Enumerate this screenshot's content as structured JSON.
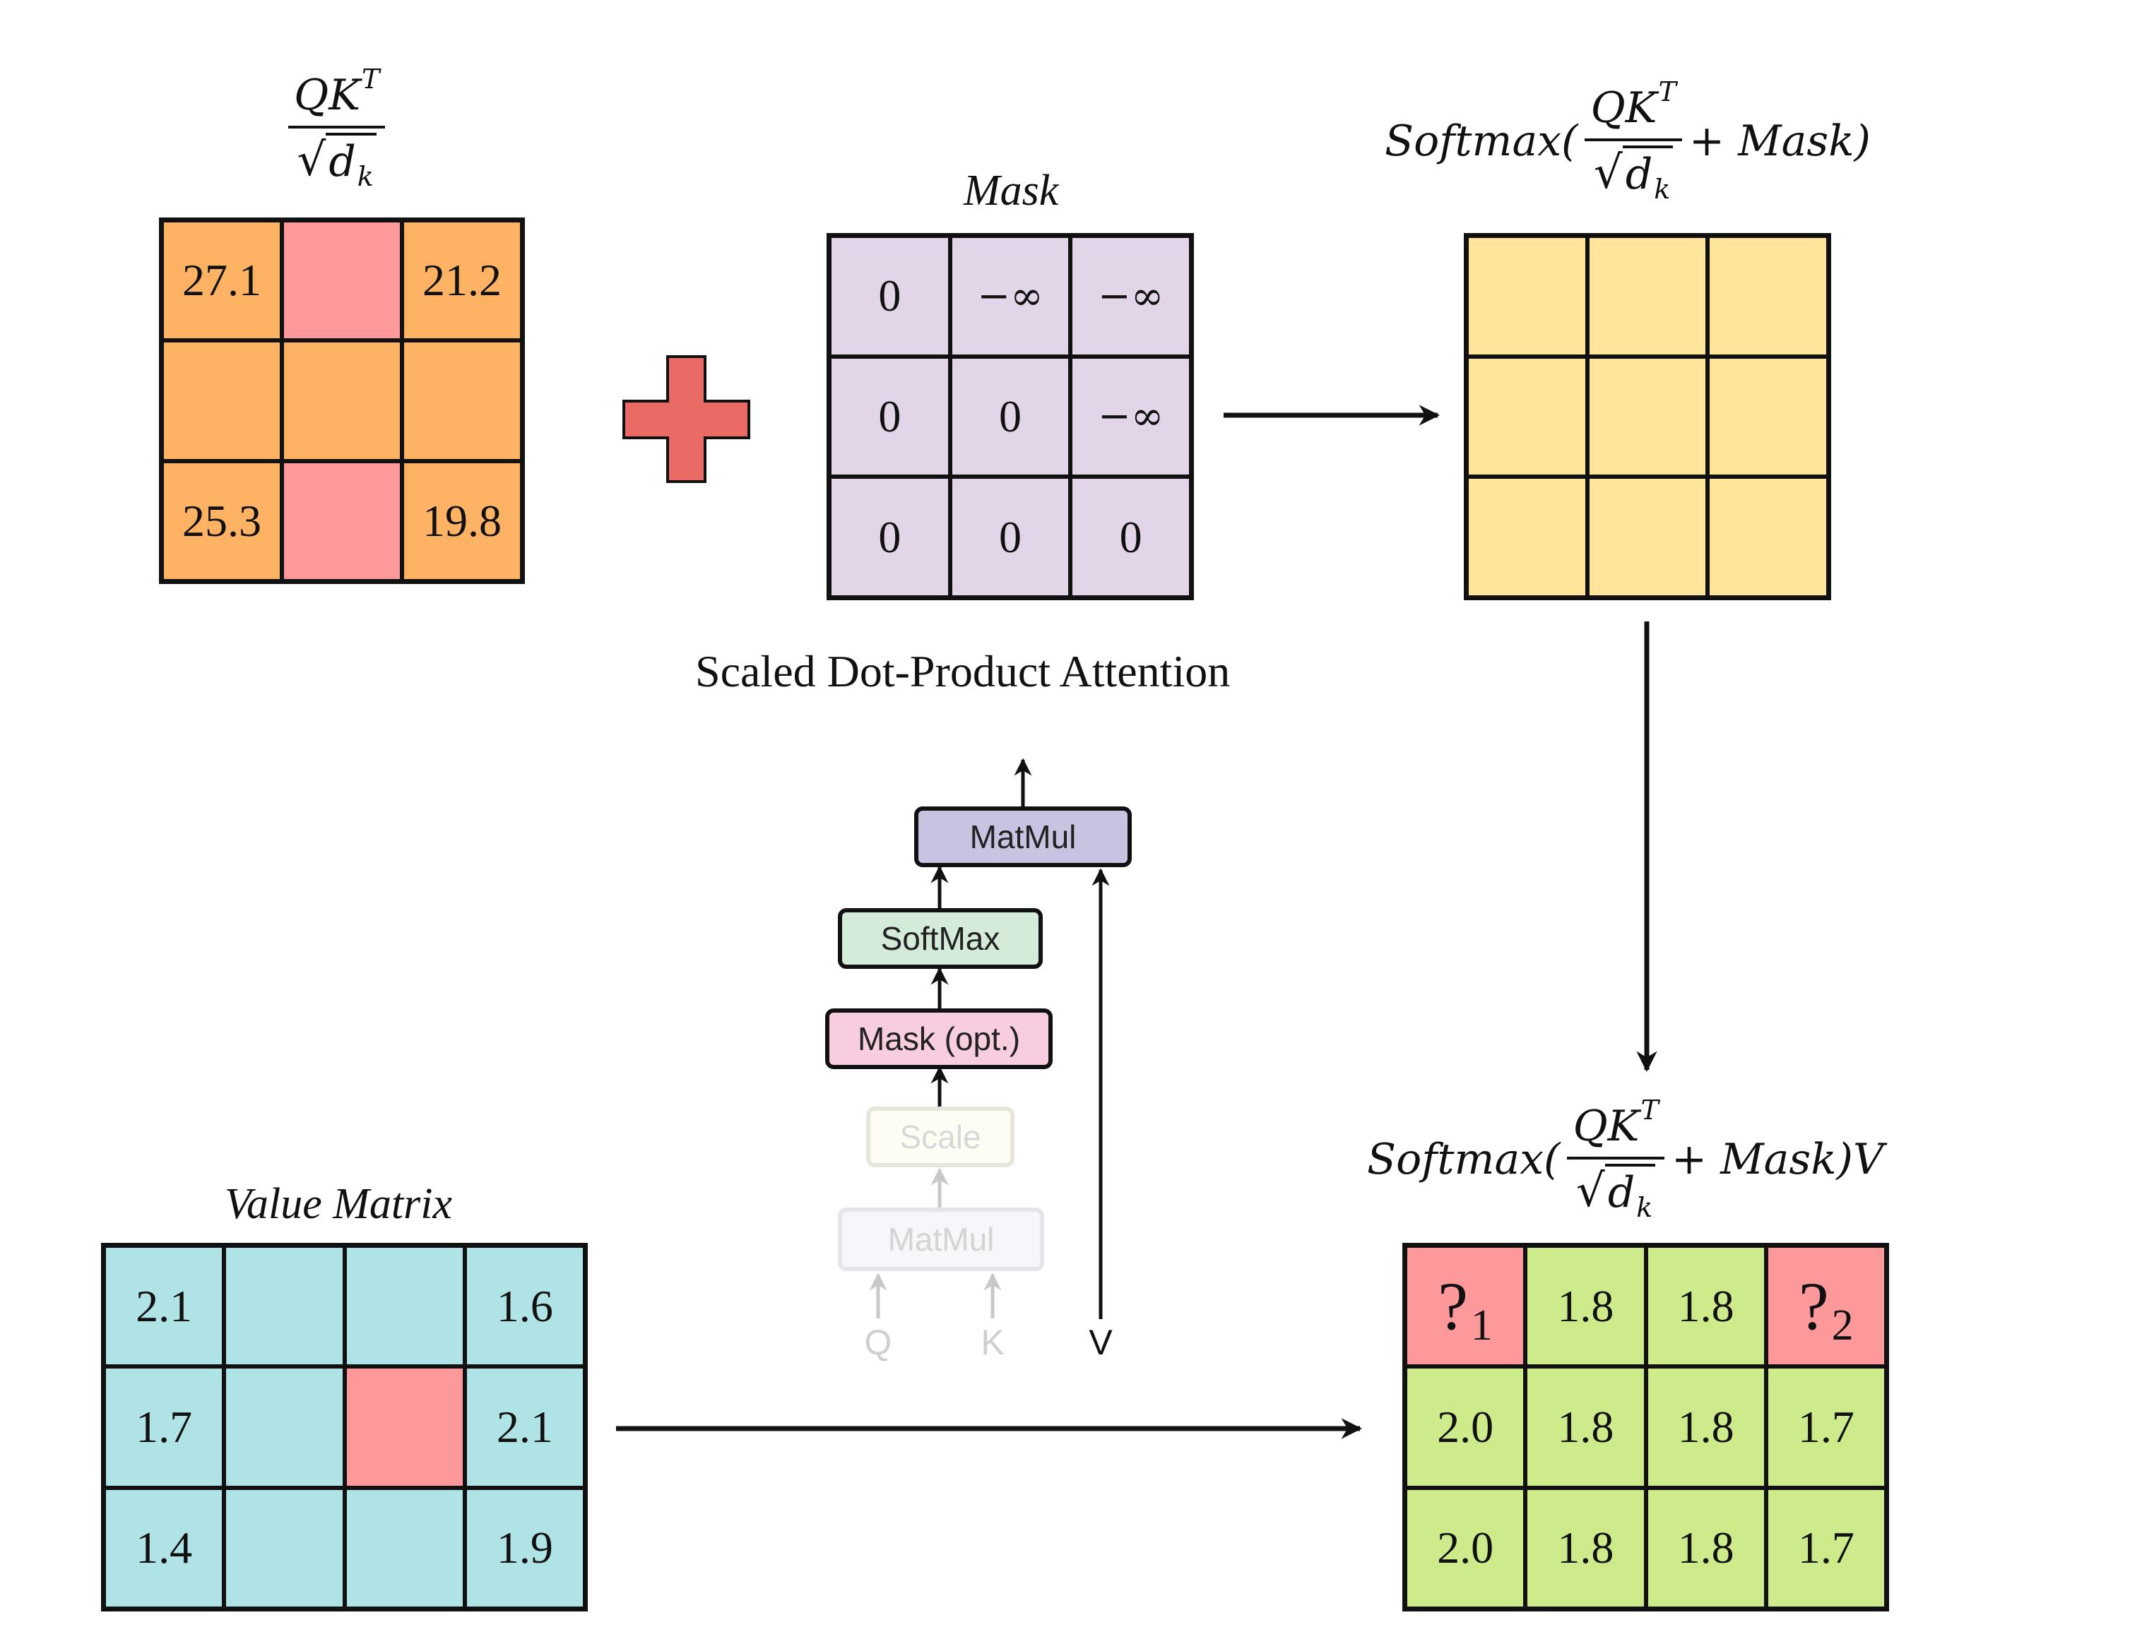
{
  "scores_matrix": {
    "rows": [
      [
        {
          "text": "27.1",
          "hl": false
        },
        {
          "text": "",
          "hl": true
        },
        {
          "text": "21.2",
          "hl": false
        }
      ],
      [
        {
          "text": "",
          "hl": false
        },
        {
          "text": "",
          "hl": false
        },
        {
          "text": "",
          "hl": false
        }
      ],
      [
        {
          "text": "25.3",
          "hl": false
        },
        {
          "text": "",
          "hl": true
        },
        {
          "text": "19.8",
          "hl": false
        }
      ]
    ],
    "fill": "#fdb264",
    "highlight": "#fd999a"
  },
  "mask_matrix": {
    "title": "Mask",
    "rows": [
      [
        {
          "text": "0"
        },
        {
          "text": "−∞"
        },
        {
          "text": "−∞"
        }
      ],
      [
        {
          "text": "0"
        },
        {
          "text": "0"
        },
        {
          "text": "−∞"
        }
      ],
      [
        {
          "text": "0"
        },
        {
          "text": "0"
        },
        {
          "text": "0"
        }
      ]
    ],
    "fill": "#e1d5e7"
  },
  "softmax_matrix": {
    "rows": [
      [
        {
          "text": ""
        },
        {
          "text": ""
        },
        {
          "text": ""
        }
      ],
      [
        {
          "text": ""
        },
        {
          "text": ""
        },
        {
          "text": ""
        }
      ],
      [
        {
          "text": ""
        },
        {
          "text": ""
        },
        {
          "text": ""
        }
      ]
    ],
    "fill": "#fee599"
  },
  "value_matrix": {
    "title": "Value Matrix",
    "rows": [
      [
        {
          "text": "2.1",
          "hl": false
        },
        {
          "text": "",
          "hl": false
        },
        {
          "text": "",
          "hl": false
        },
        {
          "text": "1.6",
          "hl": false
        }
      ],
      [
        {
          "text": "1.7",
          "hl": false
        },
        {
          "text": "",
          "hl": false
        },
        {
          "text": "",
          "hl": true
        },
        {
          "text": "2.1",
          "hl": false
        }
      ],
      [
        {
          "text": "1.4",
          "hl": false
        },
        {
          "text": "",
          "hl": false
        },
        {
          "text": "",
          "hl": false
        },
        {
          "text": "1.9",
          "hl": false
        }
      ]
    ],
    "fill": "#b0e3e6",
    "highlight": "#fd999a"
  },
  "output_matrix": {
    "rows": [
      [
        {
          "q": "?",
          "sub": "1",
          "hl": true
        },
        {
          "text": "1.8",
          "hl": false
        },
        {
          "text": "1.8",
          "hl": false
        },
        {
          "q": "?",
          "sub": "2",
          "hl": true
        }
      ],
      [
        {
          "text": "2.0",
          "hl": false
        },
        {
          "text": "1.8",
          "hl": false
        },
        {
          "text": "1.8",
          "hl": false
        },
        {
          "text": "1.7",
          "hl": false
        }
      ],
      [
        {
          "text": "2.0",
          "hl": false
        },
        {
          "text": "1.8",
          "hl": false
        },
        {
          "text": "1.8",
          "hl": false
        },
        {
          "text": "1.7",
          "hl": false
        }
      ]
    ],
    "fill": "#cdeb8b",
    "highlight": "#fd999a"
  },
  "formulas": {
    "qk": "QK",
    "t": "T",
    "d": "d",
    "k": "k",
    "softmax": "Softmax(",
    "plus_mask": "+ Mask)",
    "plus_mask_v": "+ Mask)V"
  },
  "plus_sign_color": "#ea6b66",
  "attention_diagram": {
    "caption": "Scaled Dot-Product Attention",
    "blocks": {
      "matmul_top": {
        "label": "MatMul",
        "fill": "#c7c3e1"
      },
      "softmax": {
        "label": "SoftMax",
        "fill": "#d3ebd8"
      },
      "mask": {
        "label": "Mask (opt.)",
        "fill": "#f8cde0"
      },
      "scale": {
        "label": "Scale",
        "fill": "#fefdf4"
      },
      "matmul_bottom": {
        "label": "MatMul",
        "fill": "#f6f6fb"
      }
    },
    "inputs": {
      "q": "Q",
      "k": "K",
      "v": "V"
    }
  }
}
